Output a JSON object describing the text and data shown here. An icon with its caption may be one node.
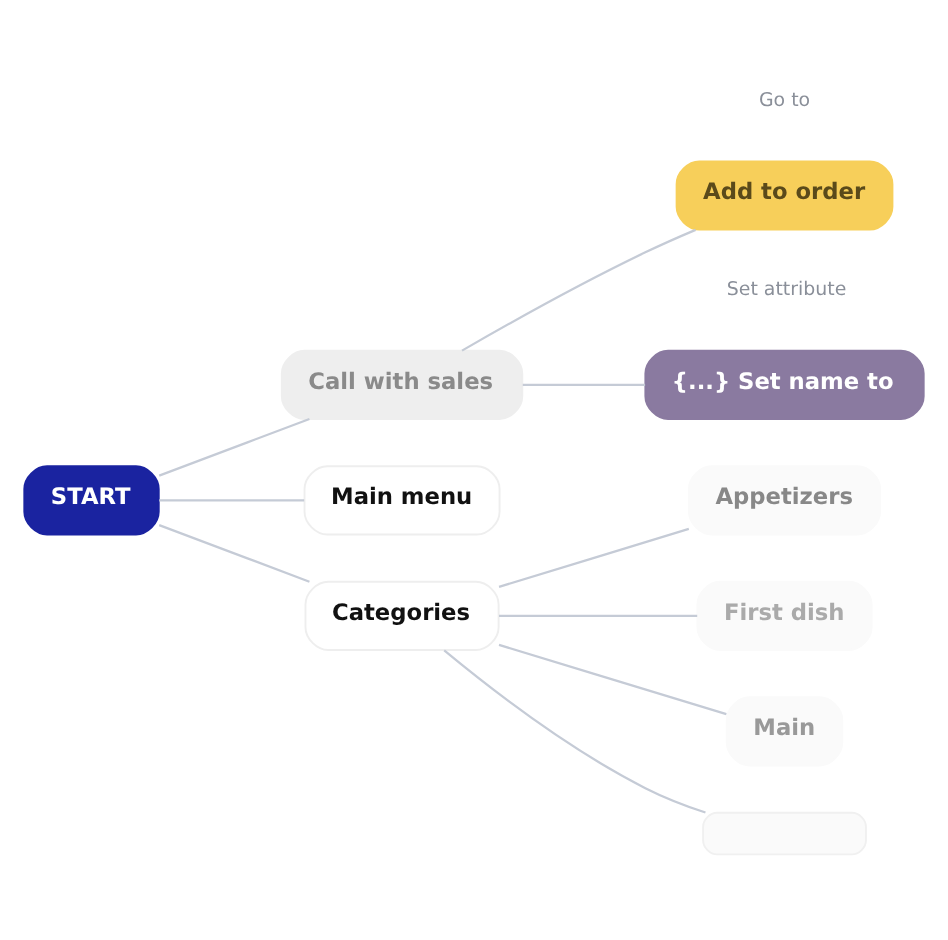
{
  "diagram": {
    "nodes": [
      {
        "text": [
          "START"
        ]
      },
      {
        "text": [
          "Call with sales"
        ]
      },
      {
        "text": [
          "Main menu"
        ]
      },
      {
        "text": [
          "Categories"
        ]
      },
      {
        "text": [
          "Add to order"
        ],
        "beside": [
          "Go to"
        ]
      },
      {
        "text": [
          "{...} Set name to"
        ],
        "beside": [
          "Set attribute"
        ]
      },
      {
        "text": [
          "Appetizers"
        ]
      },
      {
        "text": [
          "First dish"
        ]
      },
      {
        "text": [
          "Main"
        ]
      },
      {
        "text": [],
        "shape": "box"
      }
    ],
    "edges": [
      {
        "from": 0,
        "to": 1,
        "arrow": "none"
      },
      {
        "from": 0,
        "to": 2,
        "arrow": "none"
      },
      {
        "from": 0,
        "to": 3,
        "arrow": "none"
      },
      {
        "from": 1,
        "to": 4,
        "arrow": "none"
      },
      {
        "from": 1,
        "to": 5,
        "arrow": "none"
      },
      {
        "from": 3,
        "to": 6,
        "arrow": "none"
      },
      {
        "from": 3,
        "to": 7,
        "arrow": "none"
      },
      {
        "from": 3,
        "to": 8,
        "arrow": "none"
      },
      {
        "from": 3,
        "to": 9,
        "arrow": "none"
      }
    ]
  }
}
